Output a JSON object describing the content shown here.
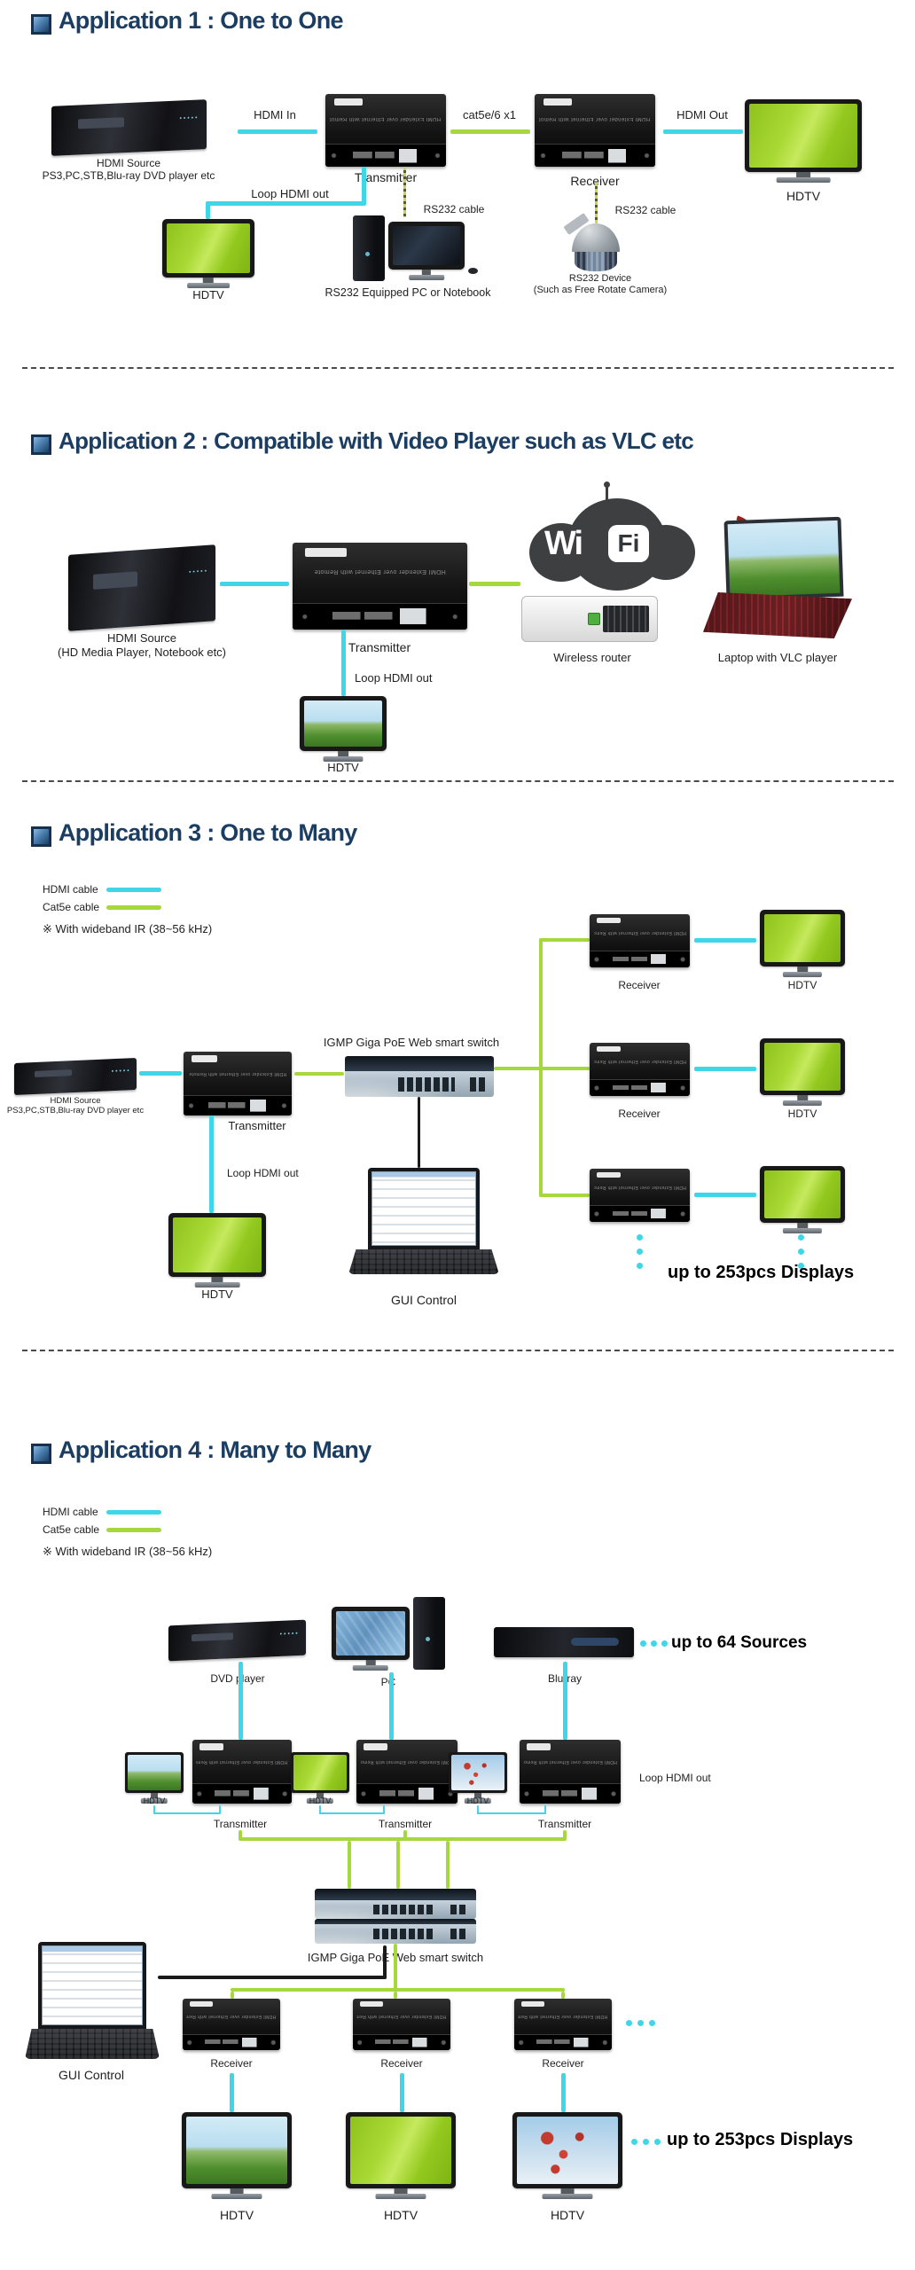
{
  "extender_text": "HDMI Extender over Ethernet with Remote",
  "colors": {
    "title": "#1c3d62",
    "hdmi_cable": "#3fd6e8",
    "cat5e_cable": "#a6d83e",
    "rs232_cable": "#c9d44e",
    "control_cable": "#1a1a1a"
  },
  "legend": {
    "hdmi_cable": "HDMI cable",
    "cat5e_cable": "Cat5e cable",
    "wideband": "※ With wideband IR (38~56 kHz)"
  },
  "app1": {
    "title": "Application 1 : One to One",
    "hdmi_source_1": "HDMI Source",
    "hdmi_source_2": "PS3,PC,STB,Blu-ray DVD player etc",
    "hdmi_in": "HDMI In",
    "cat5e": "cat5e/6 x1",
    "hdmi_out": "HDMI Out",
    "transmitter": "Transmitter",
    "receiver": "Receiver",
    "hdtv": "HDTV",
    "loop_hdmi_out": "Loop HDMI out",
    "hdtv_loop": "HDTV",
    "rs232_cable": "RS232 cable",
    "pc_label": "RS232 Equipped PC or Notebook",
    "rs232_device_1": "RS232 Device",
    "rs232_device_2": "(Such as Free Rotate Camera)"
  },
  "app2": {
    "title": "Application 2 : Compatible with Video Player such as VLC etc",
    "hdmi_source_1": "HDMI Source",
    "hdmi_source_2": "(HD Media Player, Notebook etc)",
    "transmitter": "Transmitter",
    "loop_hdmi_out": "Loop HDMI out",
    "hdtv": "HDTV",
    "wifi_wi": "Wi",
    "wifi_fi": "Fi",
    "wireless_router": "Wireless router",
    "laptop": "Laptop with VLC player"
  },
  "app3": {
    "title": "Application 3 : One to Many",
    "hdmi_source_1": "HDMI Source",
    "hdmi_source_2": "PS3,PC,STB,Blu-ray DVD player etc",
    "transmitter": "Transmitter",
    "switch_label": "IGMP Giga PoE Web smart switch",
    "receiver": "Receiver",
    "hdtv": "HDTV",
    "loop_hdmi_out": "Loop HDMI out",
    "gui_control": "GUI Control",
    "up_to_displays": "up to 253pcs Displays"
  },
  "app4": {
    "title": "Application 4 : Many to Many",
    "dvd_player": "DVD player",
    "pc": "PC",
    "blu_ray": "Blu-ray",
    "up_to_sources": "up to 64 Sources",
    "hdtv_small": "HDTV",
    "loop_hdmi_out": "Loop HDMI out",
    "transmitter": "Transmitter",
    "switch_label": "IGMP Giga PoE Web smart switch",
    "gui_control": "GUI Control",
    "receiver": "Receiver",
    "hdtv": "HDTV",
    "up_to_displays": "up to 253pcs Displays"
  }
}
